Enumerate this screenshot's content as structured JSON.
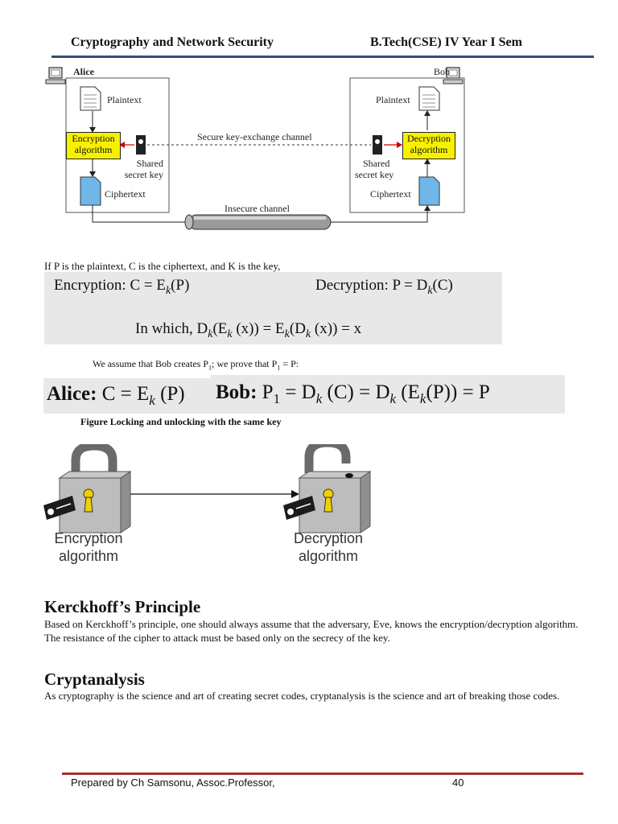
{
  "header": {
    "left": "Cryptography and Network Security",
    "right": "B.Tech(CSE) IV Year I Sem"
  },
  "diagram1": {
    "alice": "Alice",
    "bob": "Bob",
    "plaintext": "Plaintext",
    "encryption_line1": "Encryption",
    "encryption_line2": "algorithm",
    "decryption_line1": "Decryption",
    "decryption_line2": "algorithm",
    "shared1": "Shared",
    "shared2": "secret key",
    "ciphertext": "Ciphertext",
    "secure_channel": "Secure key-exchange channel",
    "insecure_channel": "Insecure channel"
  },
  "intro": "If P is the plaintext, C is the ciphertext, and K is the key,",
  "eq_box1": {
    "enc_prefix": "Encryption: C = E",
    "enc_sub": "k",
    "enc_suffix": "(P)",
    "dec_prefix": "Decryption: P = D",
    "dec_sub": "k",
    "dec_suffix": "(C)",
    "which": "In which, D",
    "which_sub1": "k",
    "which_mid1": "(E",
    "which_sub2": "k",
    "which_mid2": " (x)) = E",
    "which_sub3": "k",
    "which_mid3": "(D",
    "which_sub4": "k",
    "which_end": " (x)) = x"
  },
  "assume": {
    "a": "We assume that Bob creates P",
    "sub1": "1",
    "b": "; we prove that P",
    "sub2": "1",
    "c": " = P:"
  },
  "eq_box2": {
    "alice_label": "Alice:",
    "alice_eq": " C = E",
    "alice_sub": "k",
    "alice_end": " (P)",
    "bob_label": "Bob:",
    "bob_eq1": " P",
    "bob_sub1": "1",
    "bob_eq2": " = D",
    "bob_sub2": "k",
    "bob_eq3": " (C) = D",
    "bob_sub3": "k",
    "bob_eq4": " (E",
    "bob_sub4": "k",
    "bob_eq5": "(P)) = P"
  },
  "figure_caption": "Figure Locking and unlocking with the same key",
  "diagram2": {
    "enc1": "Encryption",
    "enc2": "algorithm",
    "dec1": "Decryption",
    "dec2": "algorithm"
  },
  "kerckhoff": {
    "title": "Kerckhoff’s Principle",
    "body": "Based on Kerckhoff’s principle, one should always assume that the adversary, Eve, knows the encryption/decryption algorithm. The resistance of the cipher to attack must be based only on the secrecy of the key."
  },
  "cryptanalysis": {
    "title": "Cryptanalysis",
    "body": "As cryptography is the science and art of creating secret codes, cryptanalysis is the science and art of breaking those codes."
  },
  "footer": {
    "prepared": "Prepared by Ch Samsonu, Assoc.Professor,",
    "page": "40"
  },
  "colors": {
    "header_rule": "#2f4f7a",
    "footer_rule": "#a03030",
    "algorithm_box": "#f7f000",
    "equation_bg": "#e8e8e8"
  }
}
